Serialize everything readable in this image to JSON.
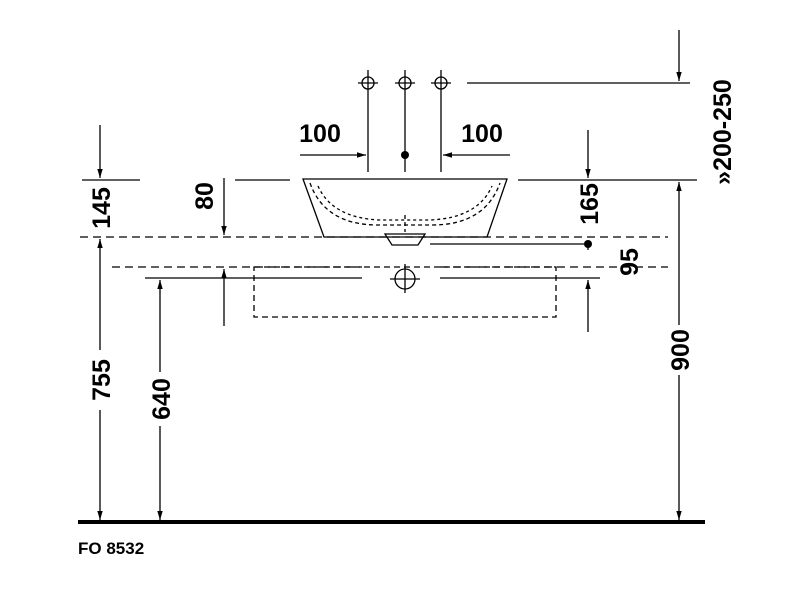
{
  "diagram": {
    "dimensions": {
      "tap_spacing_left": "100",
      "tap_spacing_right": "100",
      "tap_height": "»200-250",
      "basin_height": "145",
      "overflow_depth": "80",
      "drain_depth": "165",
      "drain_offset": "95",
      "counter_height": "755",
      "trap_height": "640",
      "rim_height": "900"
    },
    "product_code": "FO 8532"
  }
}
